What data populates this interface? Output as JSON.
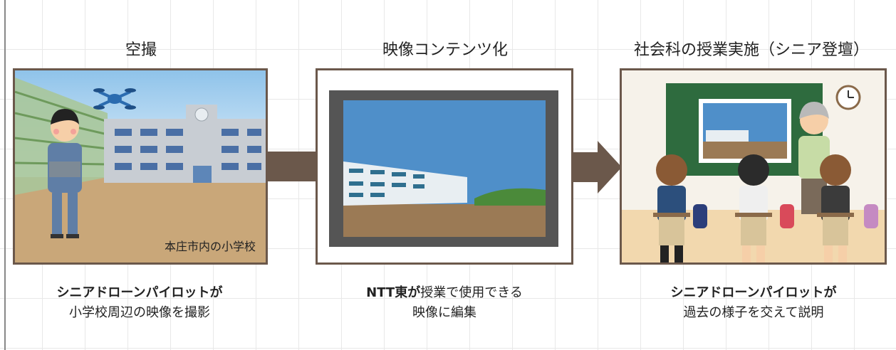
{
  "steps": [
    {
      "title": "空撮",
      "label": "本庄市内の小学校",
      "caption_bold": "シニアドローンパイロットが",
      "caption_text": "小学校周辺の映像を撮影"
    },
    {
      "title": "映像コンテンツ化",
      "caption_bold": "NTT東",
      "caption_mid": "が",
      "caption_rest": "授業で使用できる",
      "caption_text": "映像に編集"
    },
    {
      "title": "社会科の授業実施（シニア登壇）",
      "caption_bold": "シニアドローンパイロットが",
      "caption_text": "過去の様子を交えて説明"
    }
  ],
  "icons": [
    "drone-icon",
    "pilot-icon",
    "school-icon",
    "screen-icon",
    "clock-icon",
    "teacher-icon",
    "students-icon",
    "arrow-icon"
  ],
  "colors": {
    "frame": "#6b584b",
    "arrow": "#6b584b",
    "sky": "#4f8fc9",
    "ground": "#9b7a55",
    "board": "#2e6b3e"
  }
}
